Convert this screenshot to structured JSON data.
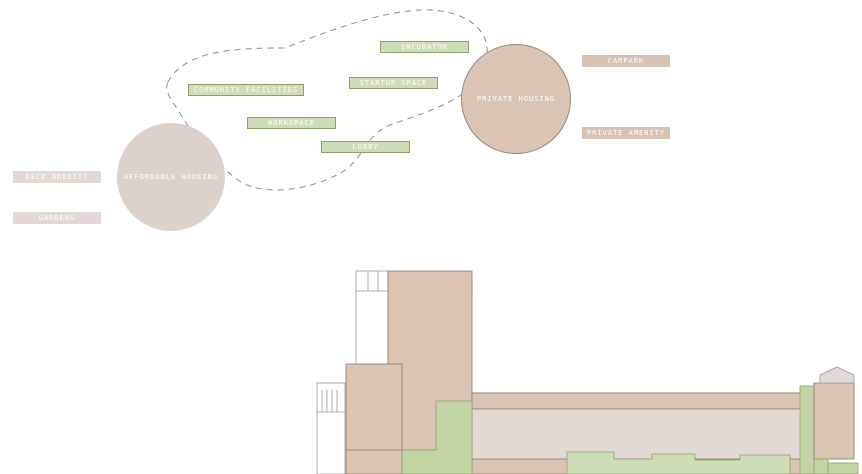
{
  "diagram": {
    "labels": {
      "incubator": "INCUBATOR",
      "community_facilities": "COMMUNITY FACILITIES",
      "startup_space": "STARTUP SPACE",
      "workspace": "WORKSPACE",
      "lobby": "LOBBY",
      "carpark": "CARPARK",
      "private_amenity": "PRIVATE AMENITY",
      "deck_amenity": "DECK AMENITY",
      "gardens": "GARDENS",
      "affordable_housing": "AFFORDABLE HOUSING",
      "private_housing": "PRIVATE HOUSING"
    },
    "colors": {
      "green_fill": "#cfdcb8",
      "green_stroke": "#8aa36b",
      "private_fill": "#dac4b4",
      "affordable_fill": "#ddd1cc",
      "pale_fill": "#e3d9d4",
      "outline": "#8a7a70",
      "dash": "#8d8d8d"
    }
  }
}
